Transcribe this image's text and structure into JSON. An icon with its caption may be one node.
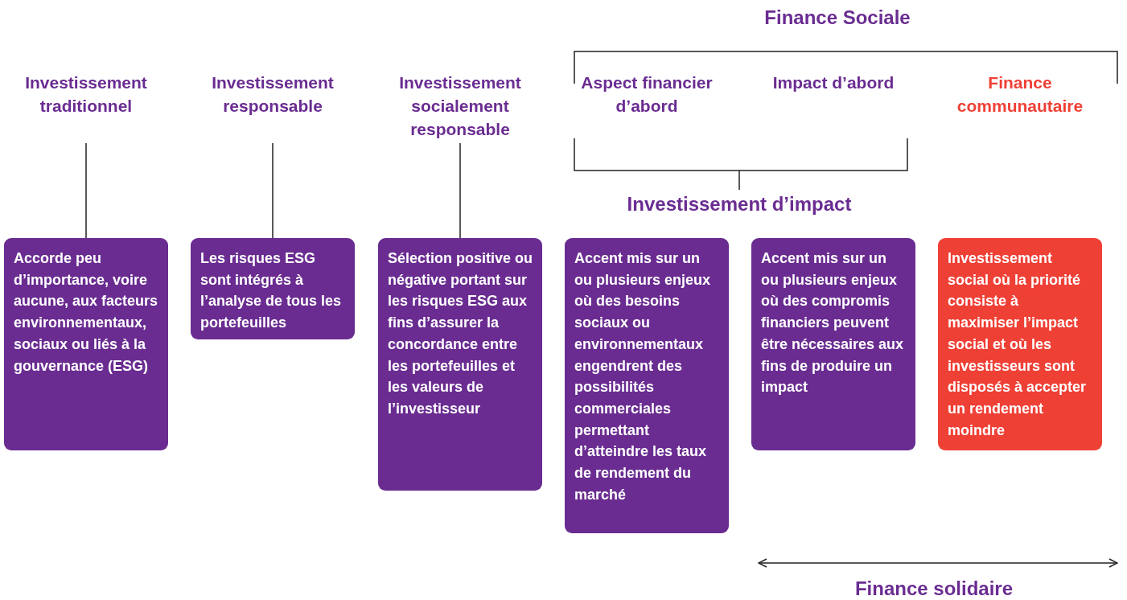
{
  "diagram": {
    "nodes": [
      {
        "text": [
          "Investissement traditionnel"
        ]
      },
      {
        "text": [
          "Investissement responsable"
        ]
      },
      {
        "text": [
          "Investissement socialement responsable"
        ]
      },
      {
        "text": [
          "Aspect financier d’abord"
        ]
      },
      {
        "text": [
          "Impact d’abord"
        ]
      },
      {
        "text": [
          "Finance communautaire"
        ]
      },
      {
        "text": [
          "Accorde peu d’importance, voire aucune, aux facteurs environnementaux, sociaux ou liés à la gouvernance (ESG)"
        ]
      },
      {
        "text": [
          "Les risques ESG sont intégrés à l’analyse de tous les portefeuilles"
        ]
      },
      {
        "text": [
          "Sélection positive ou négative portant sur les risques ESG aux fins d’assurer la concordance entre les portefeuilles et les valeurs de l’investisseur"
        ]
      },
      {
        "text": [
          "Accent mis sur un ou plusieurs enjeux où des besoins sociaux ou environnementaux engendrent des possibilités commerciales permettant d’atteindre les taux de rendement du marché"
        ]
      },
      {
        "text": [
          "Accent mis sur un ou plusieurs enjeux où des compromis financiers peuvent être nécessaires aux fins de produire un impact"
        ]
      },
      {
        "text": [
          "Investissement social où la priorité consiste à maximiser l’impact social et où les investisseurs sont disposés à accepter un rendement moindre"
        ]
      }
    ],
    "edges": [
      {
        "from": 0,
        "to": 6,
        "arrow": "none"
      },
      {
        "from": 1,
        "to": 7,
        "arrow": "none"
      },
      {
        "from": 2,
        "to": 8,
        "arrow": "none"
      }
    ],
    "labels": [
      "Finance Sociale",
      "Investissement d’impact",
      "Finance solidaire"
    ]
  }
}
